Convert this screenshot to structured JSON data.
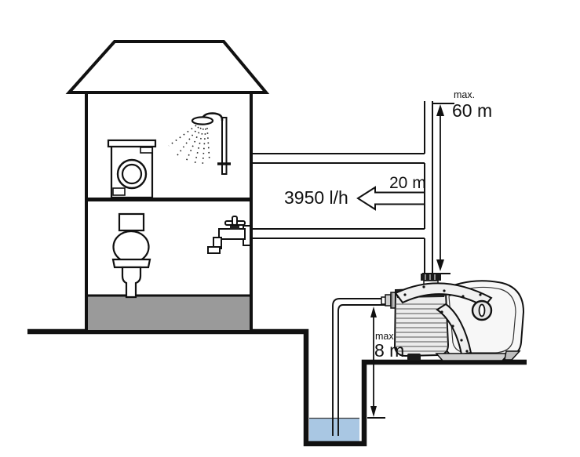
{
  "diagram": {
    "labels": {
      "delivery_head_prefix": "max.",
      "delivery_head_value": "60 m",
      "pipe_length_value": "20 m",
      "flow_rate_value": "3950 l/h",
      "suction_height_prefix": "max.",
      "suction_height_value": "8 m"
    },
    "colors": {
      "line": "#111111",
      "water": "#a9c7e3",
      "foundation": "#9a9a9a"
    }
  }
}
